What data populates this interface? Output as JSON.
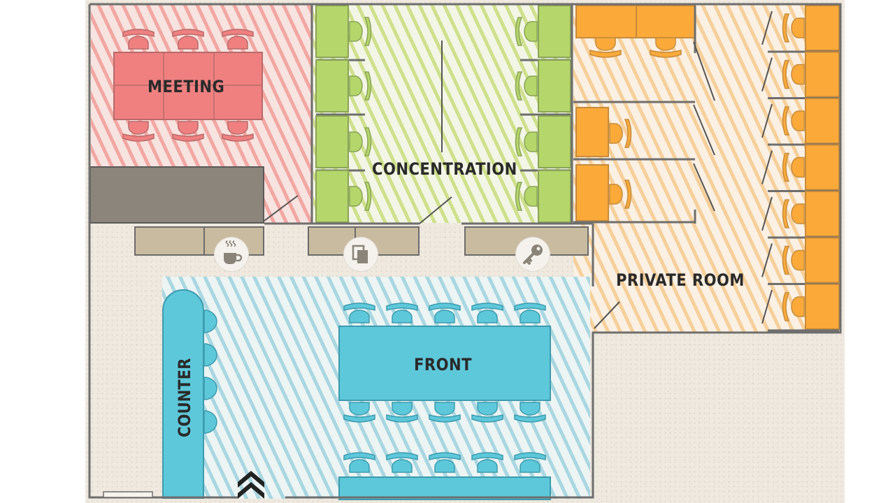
{
  "zones": {
    "meeting": {
      "label": "MEETING"
    },
    "concentration": {
      "label": "CONCENTRATION"
    },
    "private_room": {
      "label": "PRIVATE ROOM"
    },
    "front": {
      "label": "FRONT"
    },
    "counter": {
      "label": "COUNTER"
    }
  },
  "icons": {
    "coffee": "coffee-icon",
    "copy": "copy-icon",
    "key": "key-icon",
    "entrance": "chevron-up-icon"
  },
  "colors": {
    "meeting": "#f08080",
    "concentration": "#b5d66a",
    "private_room": "#fbaa3a",
    "front": "#5ec8db",
    "wall": "#6e6e6e"
  }
}
